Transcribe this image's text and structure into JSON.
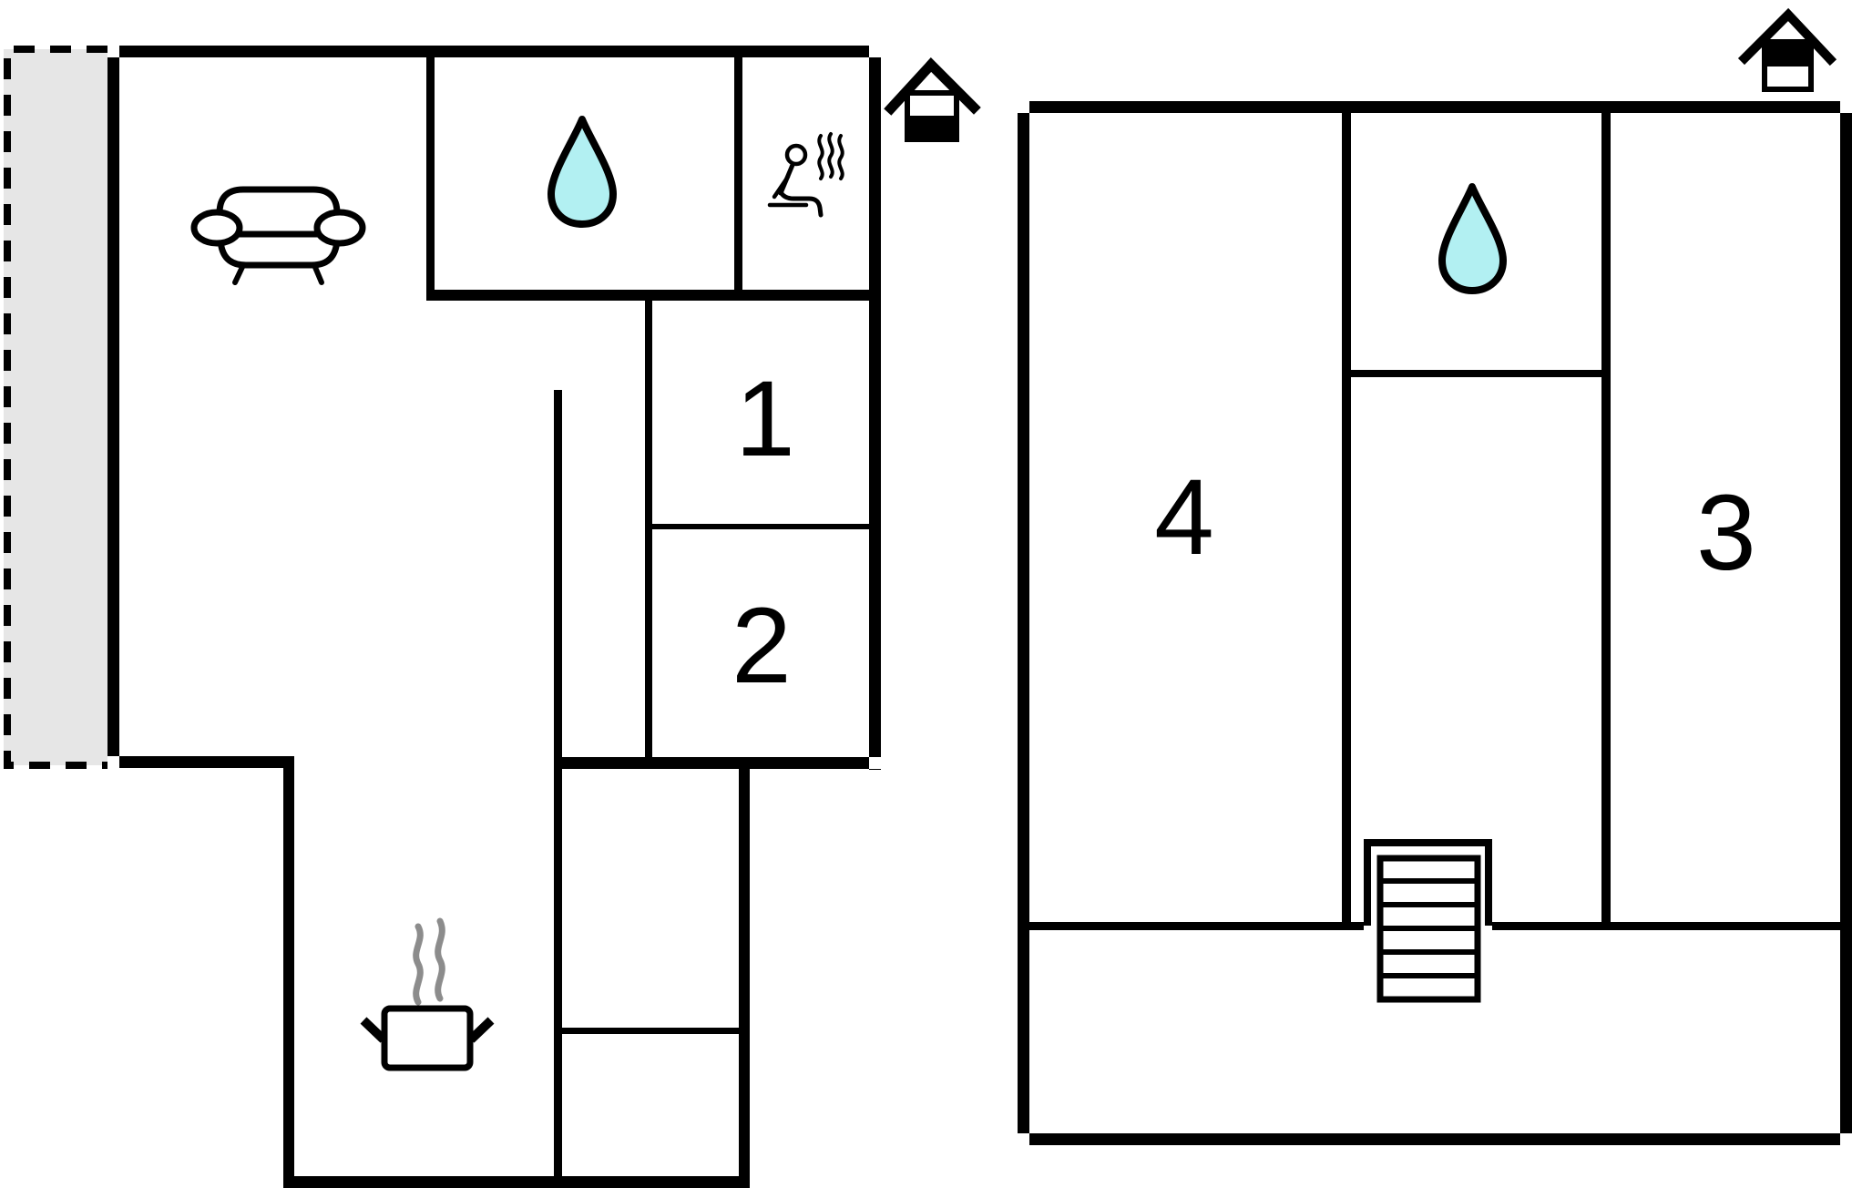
{
  "document": {
    "type": "floor-plan",
    "floors": 2
  },
  "colors": {
    "background": "#ffffff",
    "wall": "#000000",
    "water_drop": "#b2f0f2",
    "terrace": "#e6e6e6",
    "steam": "#8c8c8c",
    "label": "#000000",
    "icon_stroke": "#000000"
  },
  "ground_floor": {
    "rooms": [
      {
        "label": "1"
      },
      {
        "label": "2"
      }
    ],
    "icons": {
      "sofa": "sofa-icon",
      "water_drop": "water-drop-icon",
      "sauna": "sauna-person-icon",
      "cooking_pot": "cooking-pot-icon",
      "floor_marker": "house-marker-ground-floor-icon"
    },
    "features": {
      "terrace": "dashed-outline-terrace"
    }
  },
  "upper_floor": {
    "rooms": [
      {
        "label": "3"
      },
      {
        "label": "4"
      }
    ],
    "icons": {
      "water_drop": "water-drop-icon",
      "floor_marker": "house-marker-upper-floor-icon"
    },
    "staircase": {
      "steps": 6
    }
  }
}
